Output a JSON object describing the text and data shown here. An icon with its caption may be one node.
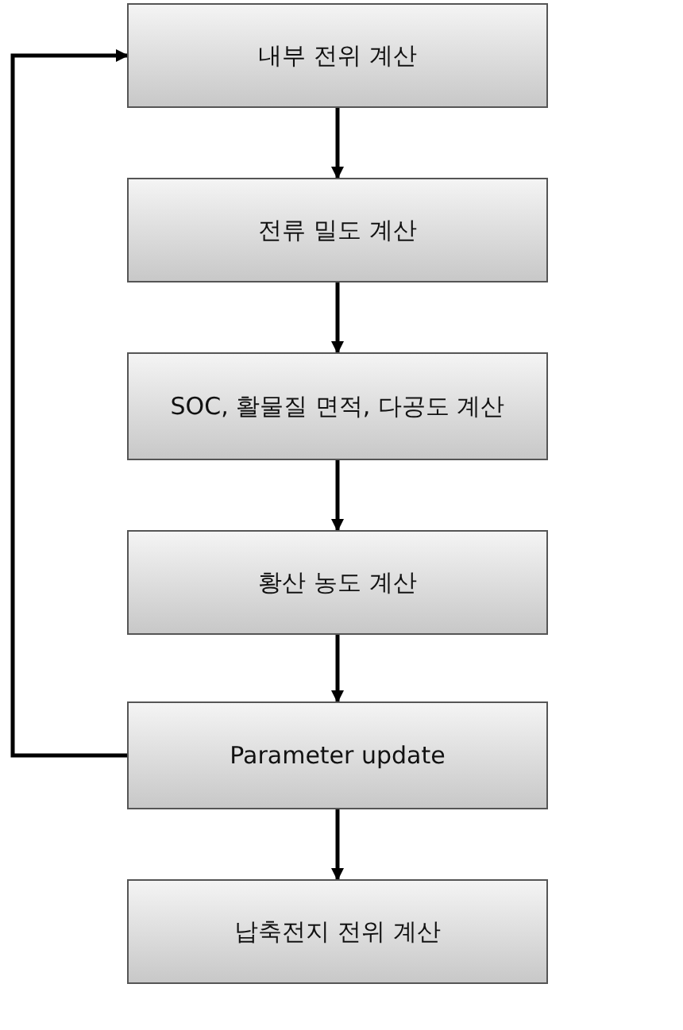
{
  "diagram": {
    "nodes": [
      {
        "text": [
          "내부 전위 계산"
        ]
      },
      {
        "text": [
          "전류 밀도 계산"
        ]
      },
      {
        "text": [
          "SOC, 활물질 면적, 다공도 계산"
        ]
      },
      {
        "text": [
          "황산 농도 계산"
        ]
      },
      {
        "text": [
          "Parameter update"
        ]
      },
      {
        "text": [
          "납축전지 전위 계산"
        ]
      }
    ],
    "edges": [
      {
        "from": 0,
        "to": 1,
        "arrow": "to"
      },
      {
        "from": 1,
        "to": 2,
        "arrow": "to"
      },
      {
        "from": 2,
        "to": 3,
        "arrow": "to"
      },
      {
        "from": 3,
        "to": 4,
        "arrow": "to"
      },
      {
        "from": 4,
        "to": 5,
        "arrow": "to"
      },
      {
        "from": 4,
        "to": 0,
        "arrow": "to"
      }
    ]
  }
}
